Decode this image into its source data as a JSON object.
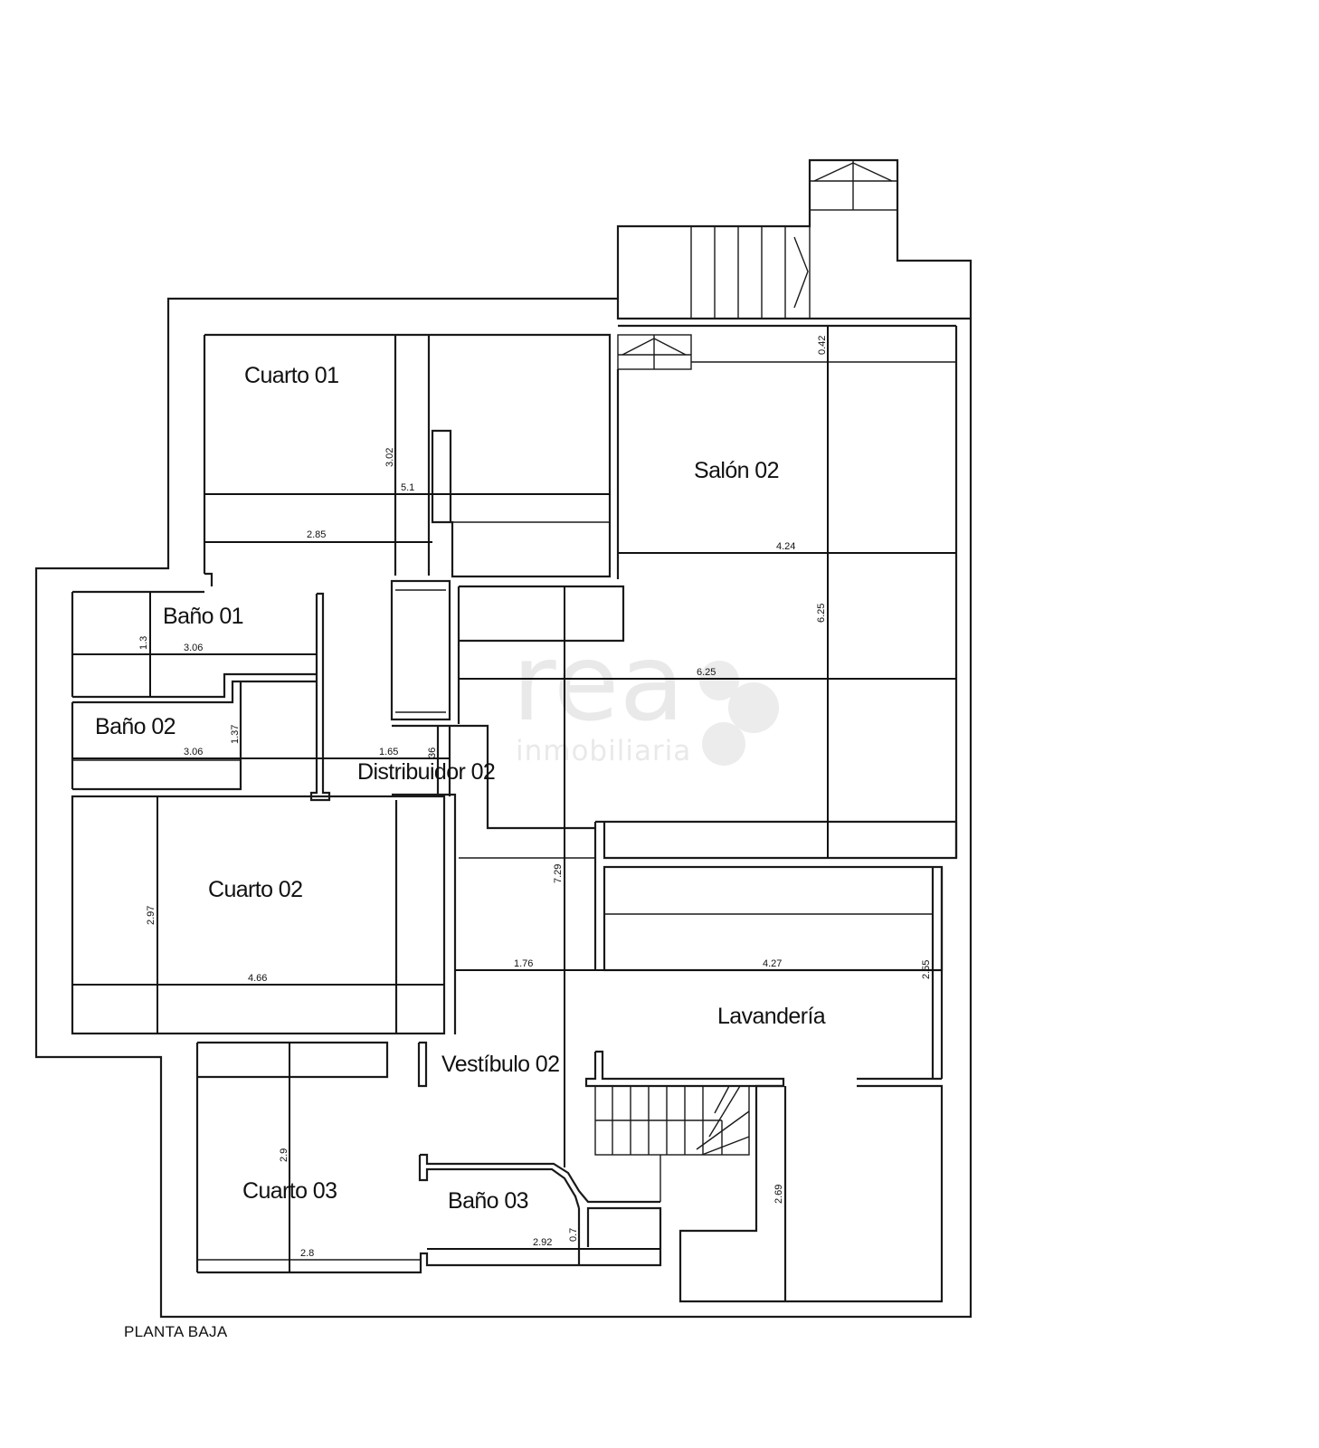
{
  "rooms": {
    "cuarto_01": "Cuarto 01",
    "salon_02": "Salón 02",
    "bano_01": "Baño 01",
    "bano_02": "Baño 02",
    "distribuidor_02": "Distribuidor 02",
    "cuarto_02": "Cuarto 02",
    "lavanderia": "Lavandería",
    "vestibulo_02": "Vestíbulo 02",
    "cuarto_03": "Cuarto 03",
    "bano_03": "Baño 03"
  },
  "dimensions": {
    "d_042": "0.42",
    "d_302": "3.02",
    "d_51": "5.1",
    "d_285": "2.85",
    "d_424": "4.24",
    "d_625_v": "6.25",
    "d_625_h": "6.25",
    "d_13": "1.3",
    "d_306_a": "3.06",
    "d_137": "1.37",
    "d_306_b": "3.06",
    "d_165": "1.65",
    "d_36": "36",
    "d_729": "7.29",
    "d_297": "2.97",
    "d_466": "4.66",
    "d_176": "1.76",
    "d_427": "4.27",
    "d_255": "2.55",
    "d_29": "2.9",
    "d_28": "2.8",
    "d_292": "2.92",
    "d_07": "0.7",
    "d_269": "2.69"
  },
  "watermark": {
    "brand": "rea",
    "sub": "inmobiliaria"
  },
  "caption": "PLANTA BAJA",
  "colors": {
    "line": "#1a1a1a",
    "watermark": "#e9e9e9",
    "background": "#ffffff"
  }
}
